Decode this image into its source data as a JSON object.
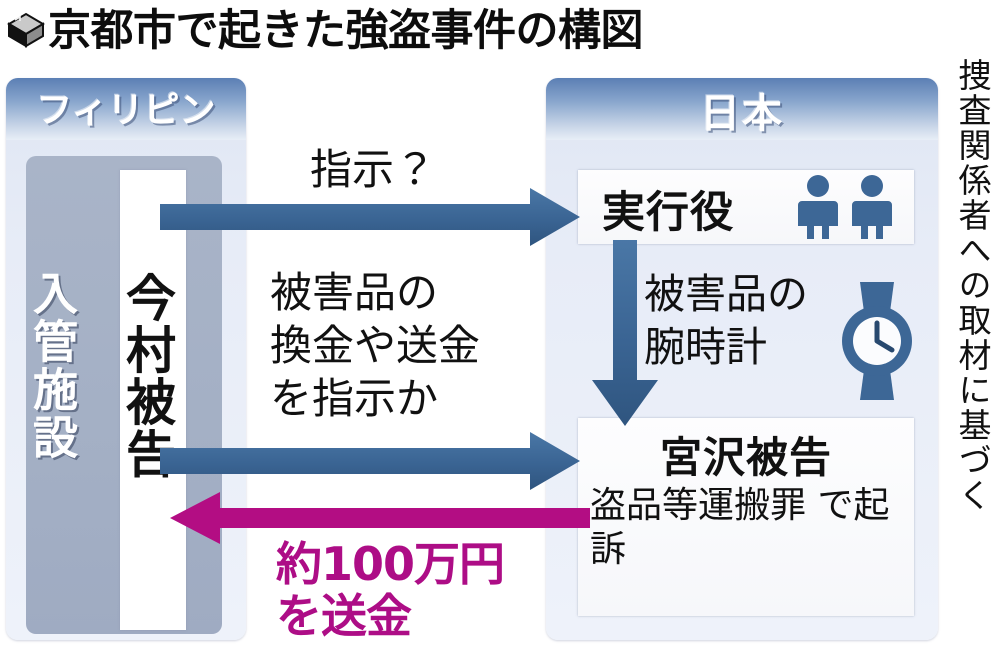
{
  "header": {
    "logo_icon": "cube-icon",
    "title": "京都市で起きた強盗事件の構図"
  },
  "panels": {
    "philippines": {
      "label": "フィリピン",
      "immigration_facility": "入管施設",
      "defendant": "今村被告"
    },
    "japan": {
      "label": "日本",
      "actor_box": {
        "label": "実行役",
        "icon": "two-people-icon"
      },
      "defendant_box": {
        "name": "宮沢被告",
        "charge": "盗品等運搬罪\nで起訴"
      }
    }
  },
  "flows": {
    "order_label": "指示？",
    "remit_instruction": "被害品の\n換金や送金\nを指示か",
    "watch_label": "被害品の\n腕時計",
    "watch_icon": "wristwatch-icon",
    "money_label": "約100万円\nを送金"
  },
  "source_note": "捜査関係者への取材に基づく",
  "colors": {
    "arrow_blue": "#3d6796",
    "arrow_magenta": "#b30d83",
    "panel_header_blue": "#5b7fb4",
    "inner_grey": "#a4b0c5",
    "title_black": "#0d0d0d"
  }
}
